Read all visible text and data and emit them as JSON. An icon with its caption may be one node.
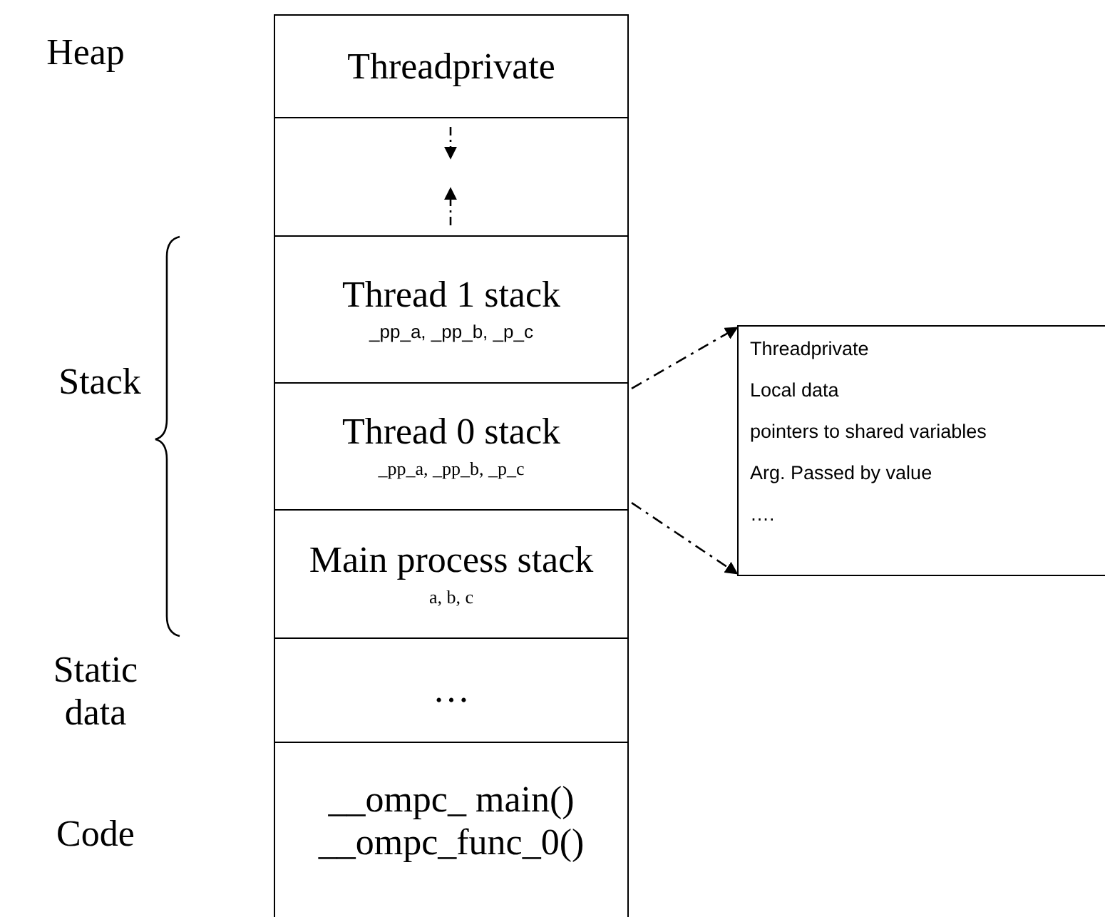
{
  "diagram": {
    "nodes": [
      {
        "text": [
          "Threadprivate"
        ]
      },
      {
        "text": [],
        "shape": "box"
      },
      {
        "text": [
          "Thread 1 stack",
          "_pp_a, _pp_b, _p_c"
        ]
      },
      {
        "text": [
          "Thread 0 stack",
          "_pp_a, _pp_b, _p_c"
        ]
      },
      {
        "text": [
          "Main process stack",
          "a, b, c"
        ]
      },
      {
        "text": [
          "…"
        ]
      },
      {
        "text": [
          "__ompc_ main()",
          "__ompc_func_0()"
        ]
      },
      {
        "text": [
          "Threadprivate",
          "Local data",
          "pointers to shared variables",
          "Arg. Passed by value",
          "…."
        ]
      }
    ],
    "edges": [
      {
        "from": 3,
        "to": 7,
        "arrow": "to",
        "style": "dashed"
      },
      {
        "from": 3,
        "to": 7,
        "arrow": "to",
        "style": "dashed"
      }
    ],
    "labels": [
      "Heap",
      "Stack",
      "Static data",
      "Code"
    ]
  }
}
